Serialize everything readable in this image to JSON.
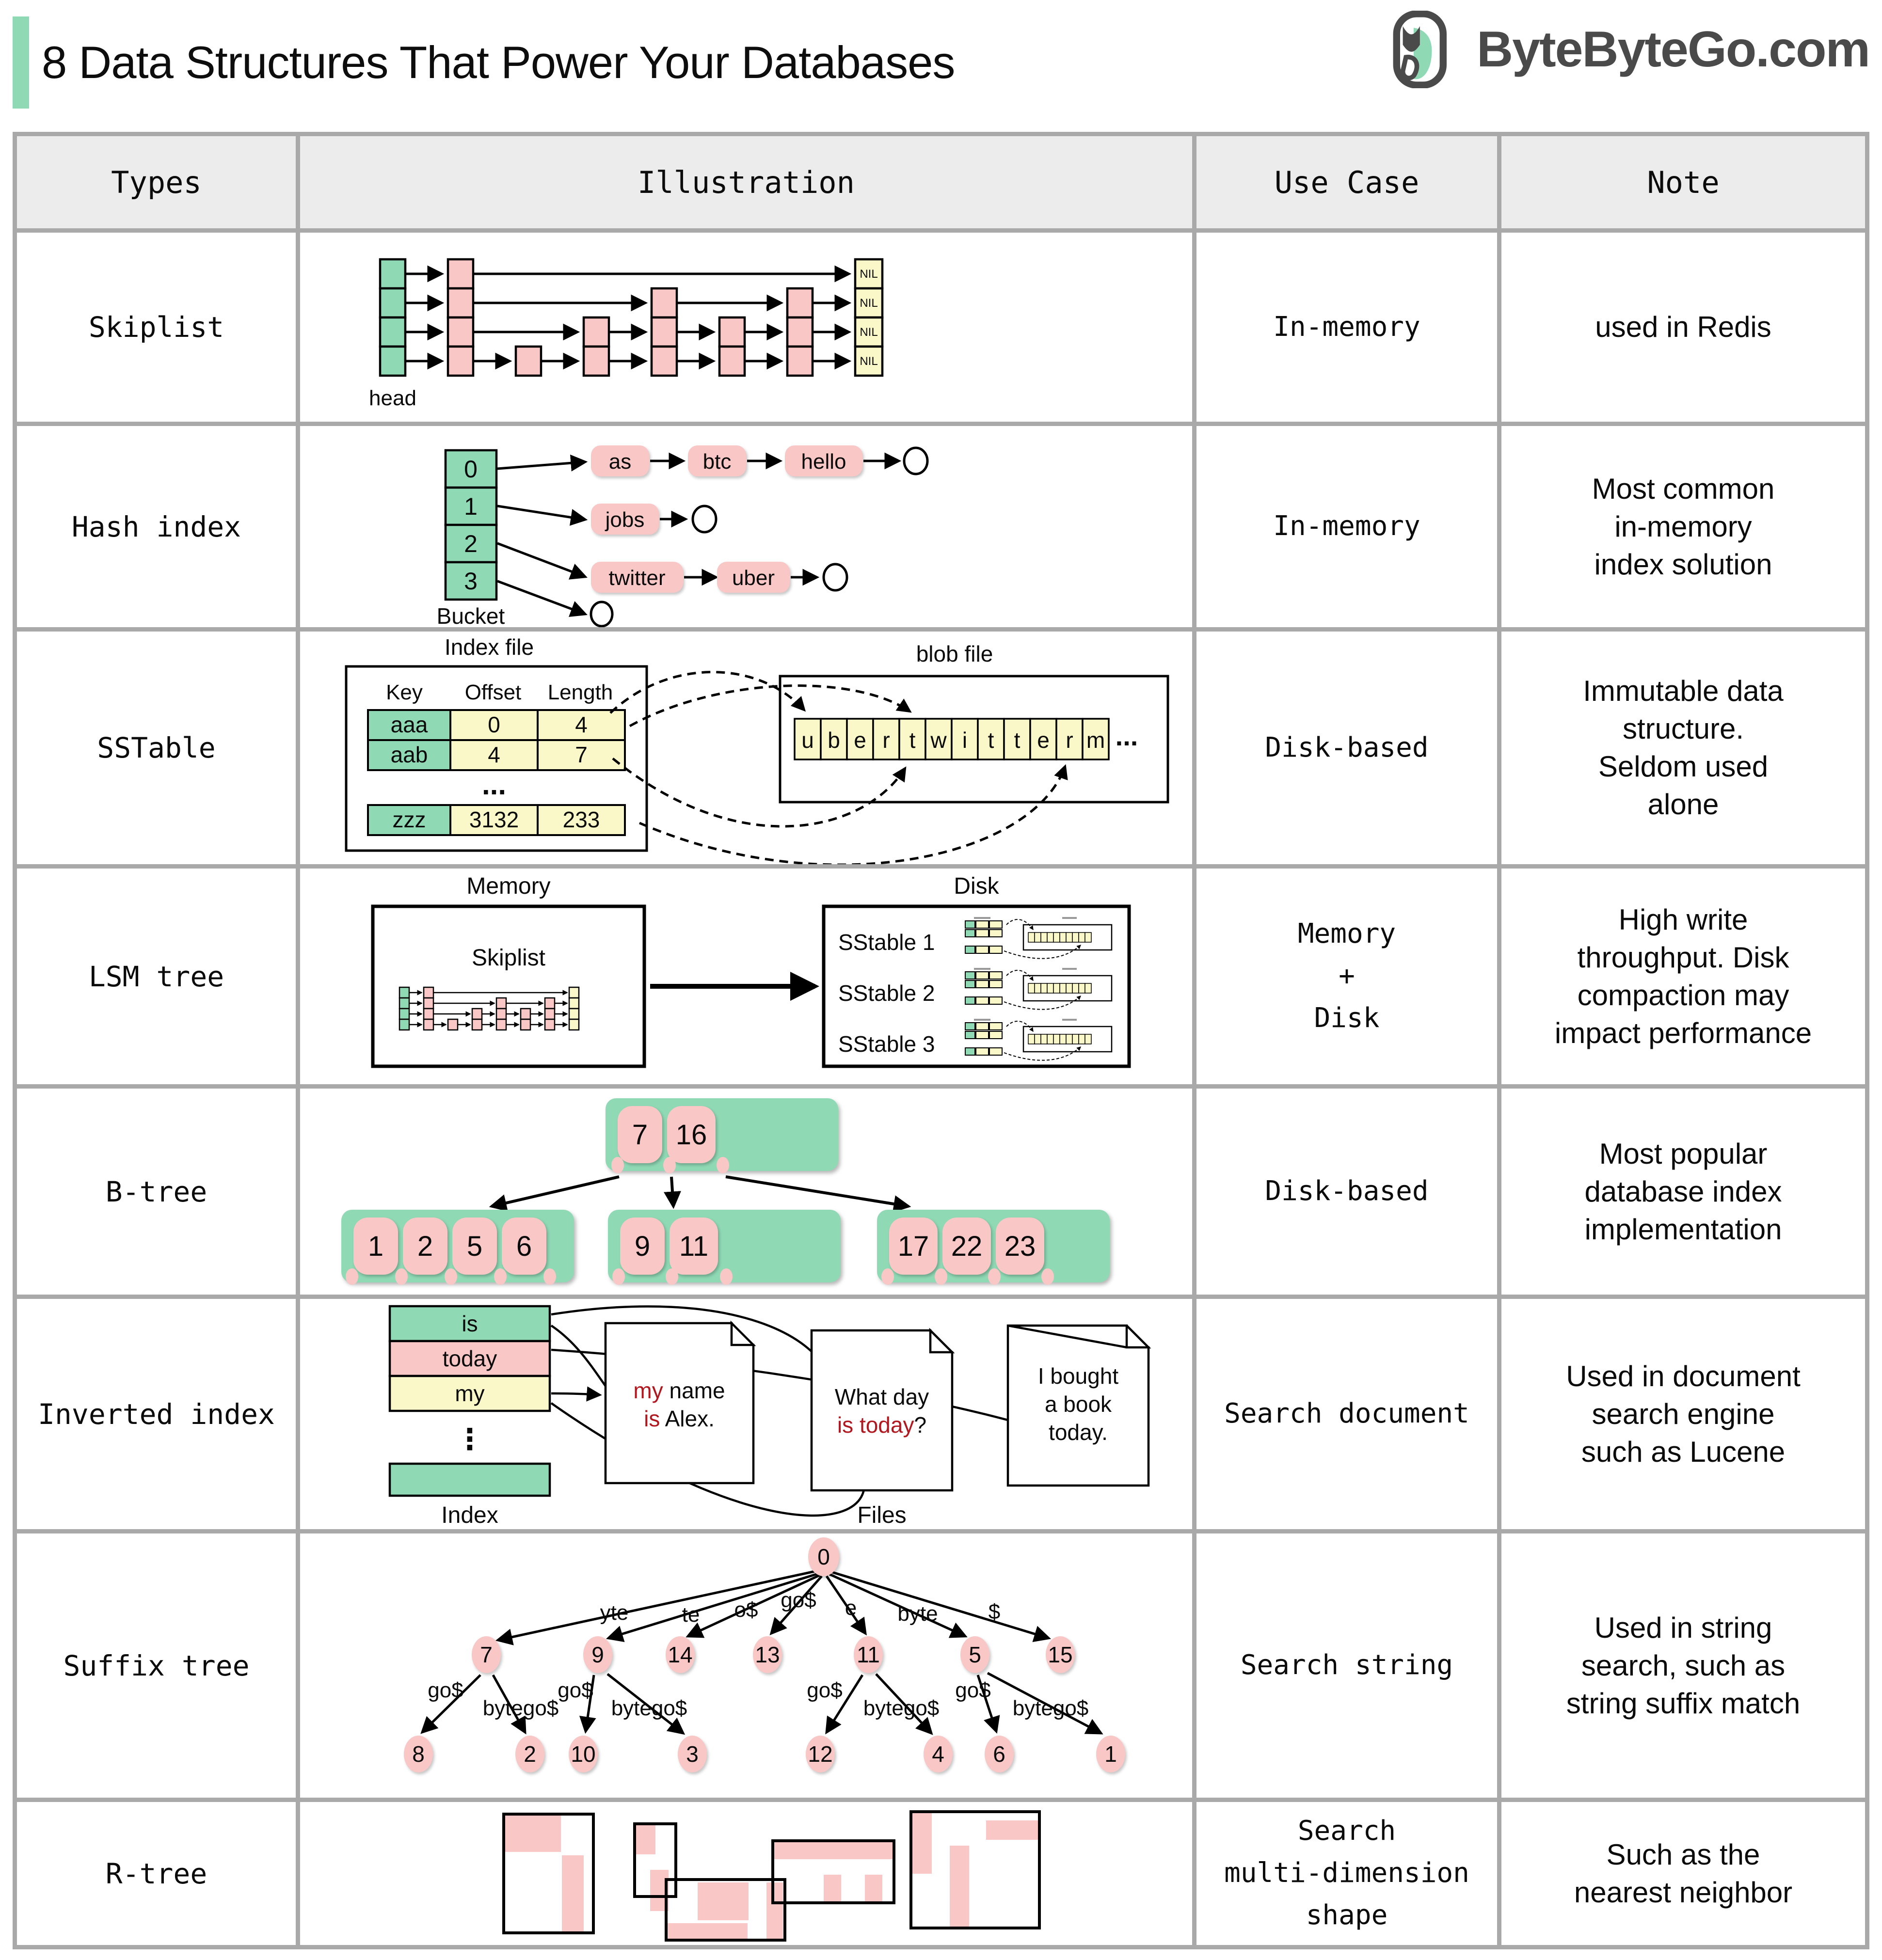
{
  "page": {
    "title": "8 Data Structures That Power Your Databases",
    "brand": "ByteByteGo.com"
  },
  "colors": {
    "green": "#8FD9B5",
    "pink": "#F8C7C6",
    "yellow": "#FAF8C8",
    "red_highlight": "#B0171F",
    "grid_gray": "#A9A9A9",
    "brand_gray": "#4A4A4A",
    "title_accent_green": "#8FD9B5"
  },
  "table": {
    "headers": {
      "types": "Types",
      "illustration": "Illustration",
      "use_case": "Use Case",
      "note": "Note"
    },
    "rows": [
      {
        "type": "Skiplist",
        "use_case": "In-memory",
        "note": "used in Redis"
      },
      {
        "type": "Hash index",
        "use_case": "In-memory",
        "note": "Most common\nin-memory\nindex solution"
      },
      {
        "type": "SSTable",
        "use_case": "Disk-based",
        "note": "Immutable data\nstructure.\nSeldom used\nalone"
      },
      {
        "type": "LSM tree",
        "use_case": "Memory\n+\nDisk",
        "note": "High write\nthroughput. Disk\ncompaction may\nimpact performance"
      },
      {
        "type": "B-tree",
        "use_case": "Disk-based",
        "note": "Most popular\ndatabase index\nimplementation"
      },
      {
        "type": "Inverted index",
        "use_case": "Search document",
        "note": "Used in document\nsearch engine\nsuch as Lucene"
      },
      {
        "type": "Suffix tree",
        "use_case": "Search string",
        "note": "Used in string\nsearch, such as\nstring suffix match"
      },
      {
        "type": "R-tree",
        "use_case": "Search\nmulti-dimension\nshape",
        "note": "Such as the\nnearest neighbor"
      }
    ]
  },
  "illustrations": {
    "skiplist": {
      "head_label": "head",
      "nil_labels": [
        "NIL",
        "NIL",
        "NIL",
        "NIL"
      ]
    },
    "hash_index": {
      "bucket_label": "Bucket",
      "bucket_cells": [
        "0",
        "1",
        "2",
        "3"
      ],
      "chains": [
        [
          "as",
          "btc",
          "hello"
        ],
        [
          "jobs"
        ],
        [
          "twitter",
          "uber"
        ],
        []
      ]
    },
    "sstable": {
      "index_file_label": "Index file",
      "blob_file_label": "blob file",
      "col_headers": [
        "Key",
        "Offset",
        "Length"
      ],
      "rows": [
        [
          "aaa",
          "0",
          "4"
        ],
        [
          "aab",
          "4",
          "7"
        ],
        [
          "zzz",
          "3132",
          "233"
        ]
      ],
      "ellipsis": "...",
      "blob_cells": [
        "u",
        "b",
        "e",
        "r",
        "t",
        "w",
        "i",
        "t",
        "t",
        "e",
        "r",
        "m"
      ],
      "blob_ellipsis": "..."
    },
    "lsm": {
      "memory_label": "Memory",
      "disk_label": "Disk",
      "skiplist_label": "Skiplist",
      "sstables": [
        "SStable 1",
        "SStable 2",
        "SStable 3"
      ]
    },
    "btree": {
      "root": [
        "7",
        "16"
      ],
      "children": [
        [
          "1",
          "2",
          "5",
          "6"
        ],
        [
          "9",
          "11"
        ],
        [
          "17",
          "22",
          "23"
        ]
      ]
    },
    "inverted": {
      "index_label": "Index",
      "files_label": "Files",
      "index_cells": [
        "is",
        "today",
        "my"
      ],
      "dots": "⋮",
      "doc1": {
        "line1_red": "my",
        "line1_black": " name",
        "line2_red": "is",
        "line2_black": " Alex."
      },
      "doc2": {
        "line1": "What day",
        "line2_red": "is today",
        "line2_black": "?"
      },
      "doc3": {
        "line1": "I bought",
        "line2": "a book",
        "line3_red": "today."
      }
    },
    "suffix": {
      "root_label": "0",
      "mid": [
        "7",
        "9",
        "14",
        "13",
        "11",
        "5",
        "15"
      ],
      "leaves": [
        "8",
        "2",
        "10",
        "3",
        "12",
        "4",
        "6",
        "1"
      ],
      "root_edges": [
        "yte",
        "te",
        "o$",
        "go$",
        "e",
        "byte",
        "$"
      ],
      "branch_edges": [
        "go$",
        "bytego$",
        "go$",
        "bytego$",
        "go$",
        "bytego$",
        "go$",
        "bytego$"
      ]
    }
  }
}
